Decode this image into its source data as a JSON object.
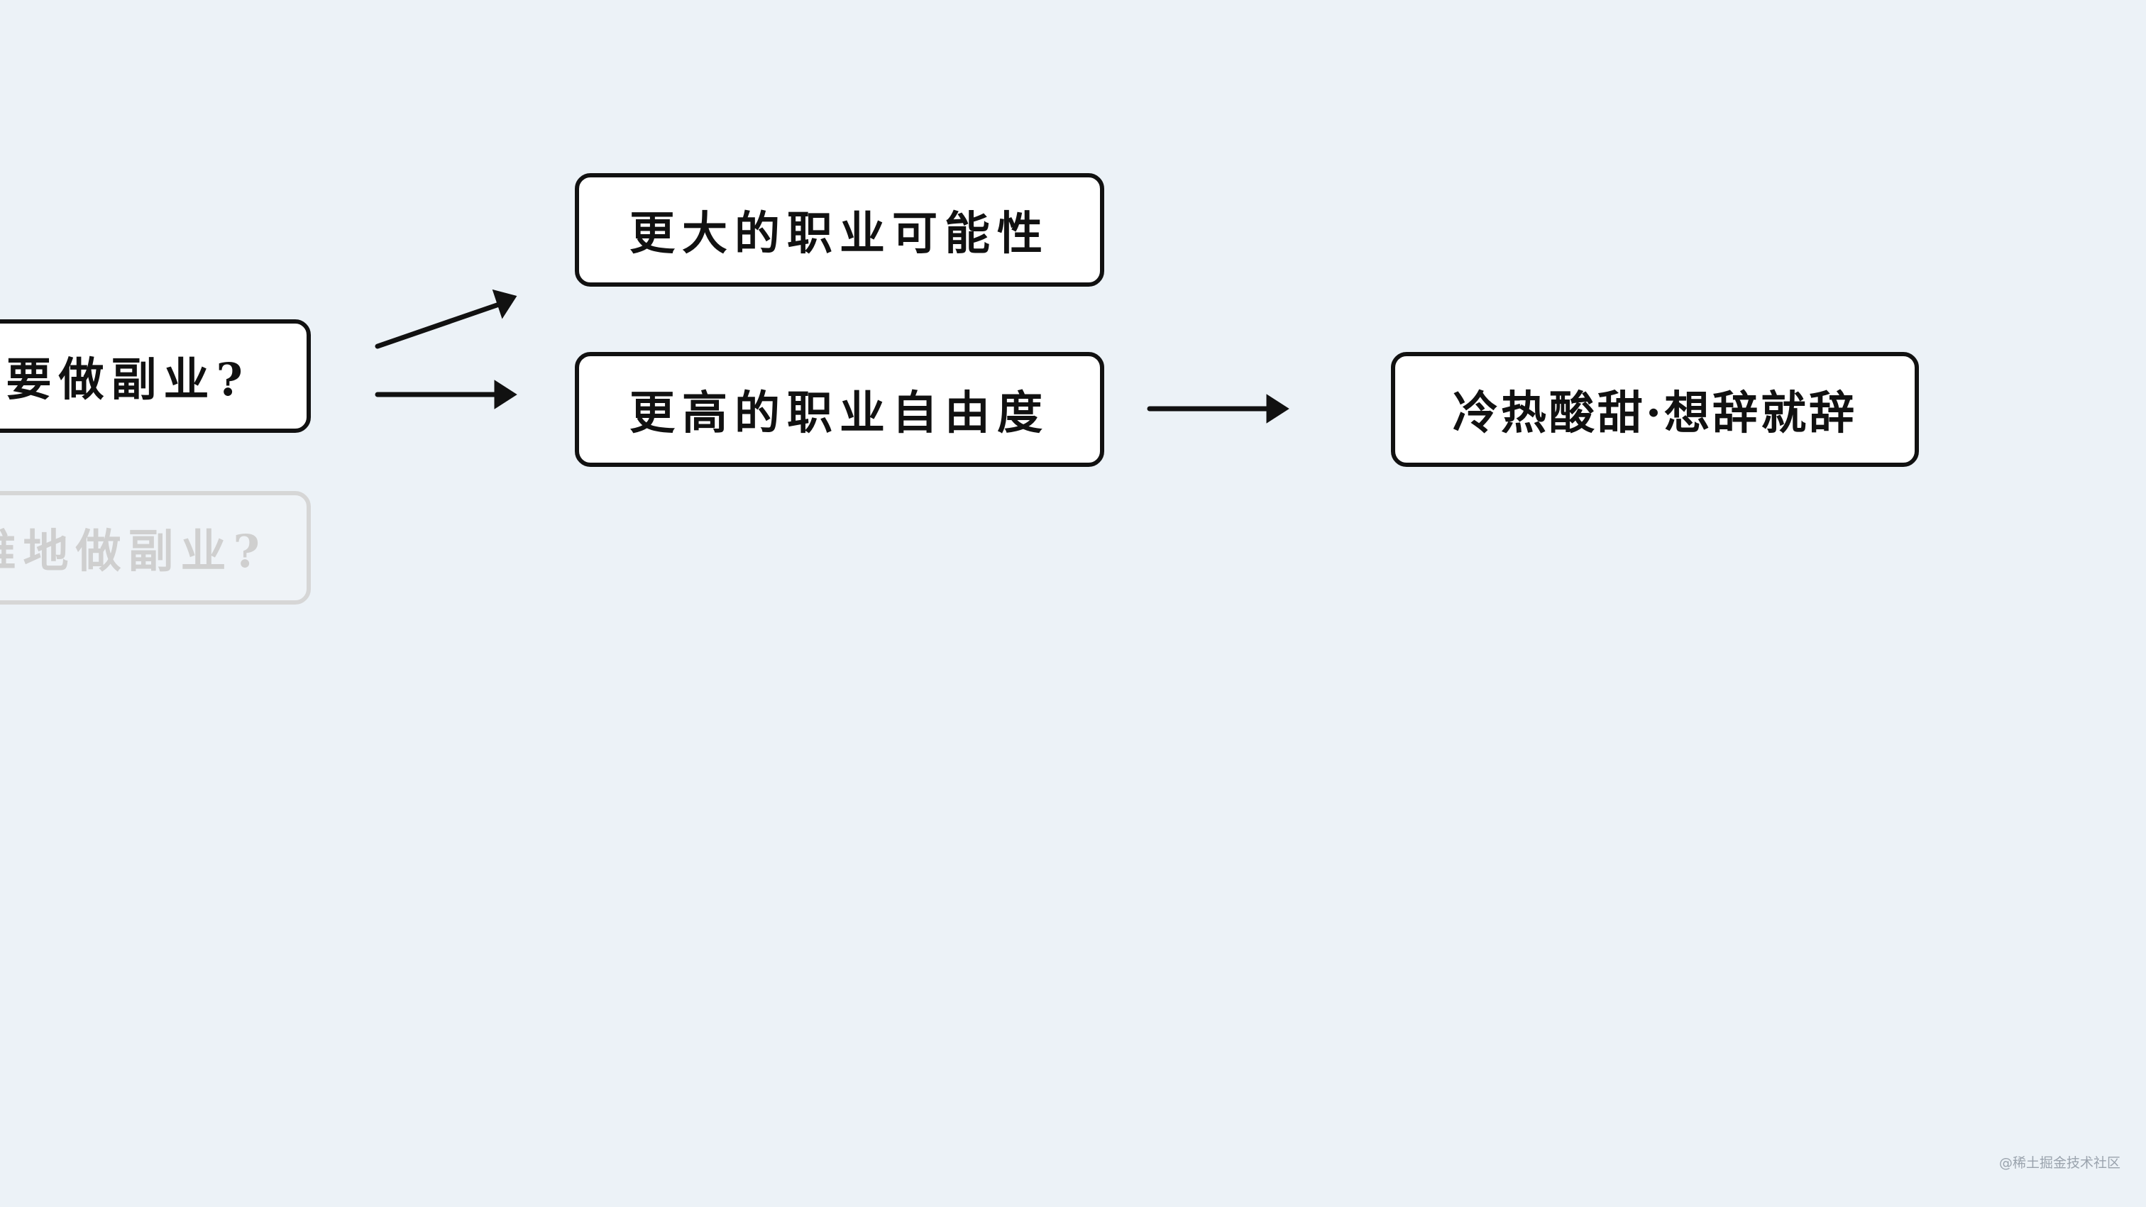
{
  "nodes": {
    "left_1": "要做副业?",
    "left_2": "难地做副业?",
    "mid_1": "更大的职业可能性",
    "mid_2": "更高的职业自由度",
    "right": "冷热酸甜·想辞就辞"
  },
  "watermark": "@稀土掘金技术社区",
  "colors": {
    "background": "#ecf2f7",
    "stroke": "#111111",
    "faded": "#cfcfcf"
  }
}
